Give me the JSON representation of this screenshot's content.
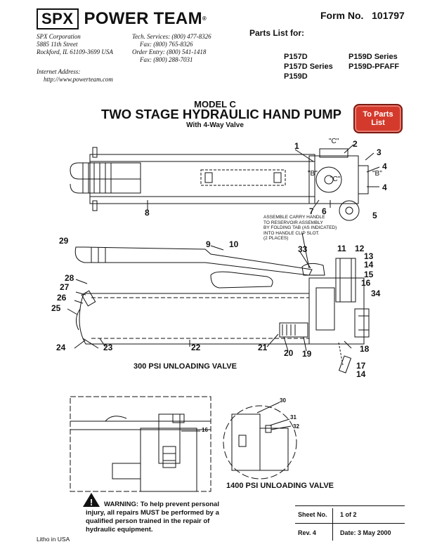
{
  "header": {
    "logo": {
      "spx": "SPX",
      "power_team": "POWER TEAM",
      "reg": "®"
    },
    "form_label": "Form No.",
    "form_number": "101797",
    "address": [
      "SPX Corporation",
      "5885 11th Street",
      "Rockford, IL 61109-3699 USA"
    ],
    "contacts": [
      "Tech. Services: (800) 477-8326",
      "Fax: (800) 765-8326",
      "Order Entry: (800) 541-1418",
      "Fax: (800) 288-7031"
    ],
    "internet_label": "Internet Address:",
    "internet_url": "http://www.powerteam.com",
    "parts_list_label": "Parts List for:",
    "models_left": [
      "P157D",
      "P157D Series",
      "P159D"
    ],
    "models_right": [
      "P159D Series",
      "P159D-PFAFF"
    ]
  },
  "title": {
    "model": "MODEL C",
    "main": "TWO STAGE HYDRAULIC HAND PUMP",
    "sub": "With 4-Way Valve"
  },
  "button": {
    "line1": "To Parts",
    "line2": "List"
  },
  "callouts": {
    "top": [
      "1",
      "2",
      "3",
      "4",
      "4",
      "5",
      "6",
      "7",
      "8"
    ],
    "views": [
      "\"C\"",
      "\"B\"",
      "\"C\"",
      "\"B\""
    ],
    "side": [
      "29",
      "9",
      "10",
      "33",
      "11",
      "12",
      "13",
      "14",
      "15",
      "16",
      "34",
      "28",
      "27",
      "26",
      "25",
      "24",
      "23",
      "22",
      "21",
      "20",
      "19",
      "18",
      "17",
      "14"
    ],
    "detail_left": [
      "16"
    ],
    "detail_right": [
      "30",
      "31",
      "32"
    ]
  },
  "assembly_note": [
    "ASSEMBLE CARRY HANDLE",
    "TO RESERVOIR ASSEMBLY",
    "BY FOLDING TAB (AS INDICATED)",
    "INTO HANDLE CLIP SLOT.",
    "(2 PLACES)"
  ],
  "captions": {
    "valve300": "300 PSI UNLOADING VALVE",
    "valve1400": "1400 PSI UNLOADING VALVE"
  },
  "warning": {
    "lead": "WARNING:",
    "text1": " To help prevent personal",
    "text2": "injury, all repairs MUST be performed by a",
    "text3": "qualified person trained in the repair of",
    "text4": "hydraulic equipment."
  },
  "footer": {
    "sheet_label": "Sheet No.",
    "sheet_value": "1 of 2",
    "rev": "Rev. 4",
    "date": "Date: 3 May 2000",
    "litho": "Litho in USA"
  }
}
